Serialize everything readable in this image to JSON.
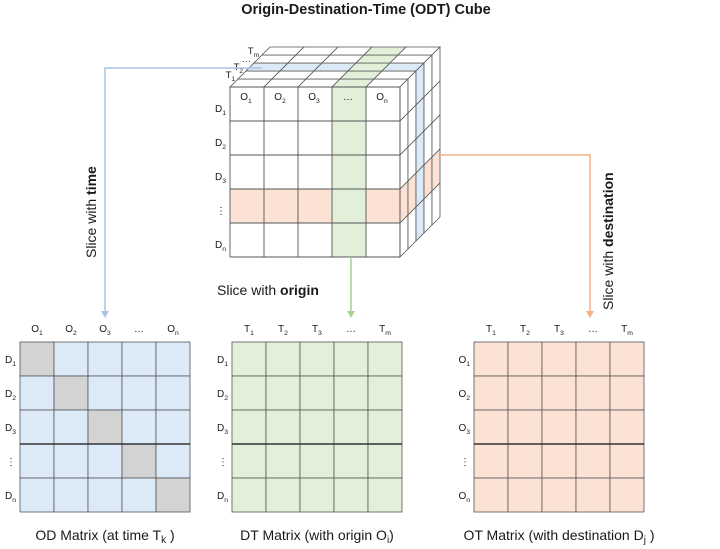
{
  "title": "Origin-Destination-Time (ODT) Cube",
  "cube": {
    "o_labels": [
      {
        "b": "O",
        "s": "1"
      },
      {
        "b": "O",
        "s": "2"
      },
      {
        "b": "O",
        "s": "3"
      },
      {
        "b": "…",
        "s": ""
      },
      {
        "b": "O",
        "s": "n"
      }
    ],
    "d_labels": [
      {
        "b": "D",
        "s": "1"
      },
      {
        "b": "D",
        "s": "2"
      },
      {
        "b": "D",
        "s": "3"
      },
      {
        "b": "⋮",
        "s": ""
      },
      {
        "b": "D",
        "s": "n"
      }
    ],
    "t_labels": [
      {
        "b": "T",
        "s": "1"
      },
      {
        "b": "T",
        "s": "2"
      },
      {
        "b": "…",
        "s": ""
      },
      {
        "b": "T",
        "s": "m"
      }
    ]
  },
  "slices": {
    "time_prefix": "Slice with ",
    "time_bold": "time",
    "origin_prefix": "Slice with ",
    "origin_bold": "origin",
    "destination_prefix": "Slice with ",
    "destination_bold": "destination"
  },
  "matrices": [
    {
      "id": "od",
      "caption": "OD Matrix (at time T",
      "caption_sub": "k",
      "caption_end": " )",
      "col_labels": [
        {
          "b": "O",
          "s": "1"
        },
        {
          "b": "O",
          "s": "2"
        },
        {
          "b": "O",
          "s": "3"
        },
        {
          "b": "…",
          "s": ""
        },
        {
          "b": "O",
          "s": "n"
        }
      ],
      "row_labels": [
        {
          "b": "D",
          "s": "1"
        },
        {
          "b": "D",
          "s": "2"
        },
        {
          "b": "D",
          "s": "3"
        },
        {
          "b": "⋮",
          "s": ""
        },
        {
          "b": "D",
          "s": "n"
        }
      ]
    },
    {
      "id": "dt",
      "caption": "DT Matrix (with origin O",
      "caption_sub": "i",
      "caption_end": ")",
      "col_labels": [
        {
          "b": "T",
          "s": "1"
        },
        {
          "b": "T",
          "s": "2"
        },
        {
          "b": "T",
          "s": "3"
        },
        {
          "b": "…",
          "s": ""
        },
        {
          "b": "T",
          "s": "m"
        }
      ],
      "row_labels": [
        {
          "b": "D",
          "s": "1"
        },
        {
          "b": "D",
          "s": "2"
        },
        {
          "b": "D",
          "s": "3"
        },
        {
          "b": "⋮",
          "s": ""
        },
        {
          "b": "D",
          "s": "n"
        }
      ]
    },
    {
      "id": "ot",
      "caption": "OT Matrix (with destination D",
      "caption_sub": "j",
      "caption_end": " )",
      "col_labels": [
        {
          "b": "T",
          "s": "1"
        },
        {
          "b": "T",
          "s": "2"
        },
        {
          "b": "T",
          "s": "3"
        },
        {
          "b": "…",
          "s": ""
        },
        {
          "b": "T",
          "s": "m"
        }
      ],
      "row_labels": [
        {
          "b": "O",
          "s": "1"
        },
        {
          "b": "O",
          "s": "2"
        },
        {
          "b": "O",
          "s": "3"
        },
        {
          "b": "⋮",
          "s": ""
        },
        {
          "b": "O",
          "s": "n"
        }
      ]
    }
  ],
  "colors": {
    "time": "#a9c4e6",
    "time_fill": "#dce9f7",
    "origin": "#a8d18d",
    "origin_fill": "#e3f0d9",
    "destination": "#f4b183",
    "destination_fill": "#fbe2d5",
    "diagonal": "#d3d3d3",
    "grid": "#555555"
  }
}
